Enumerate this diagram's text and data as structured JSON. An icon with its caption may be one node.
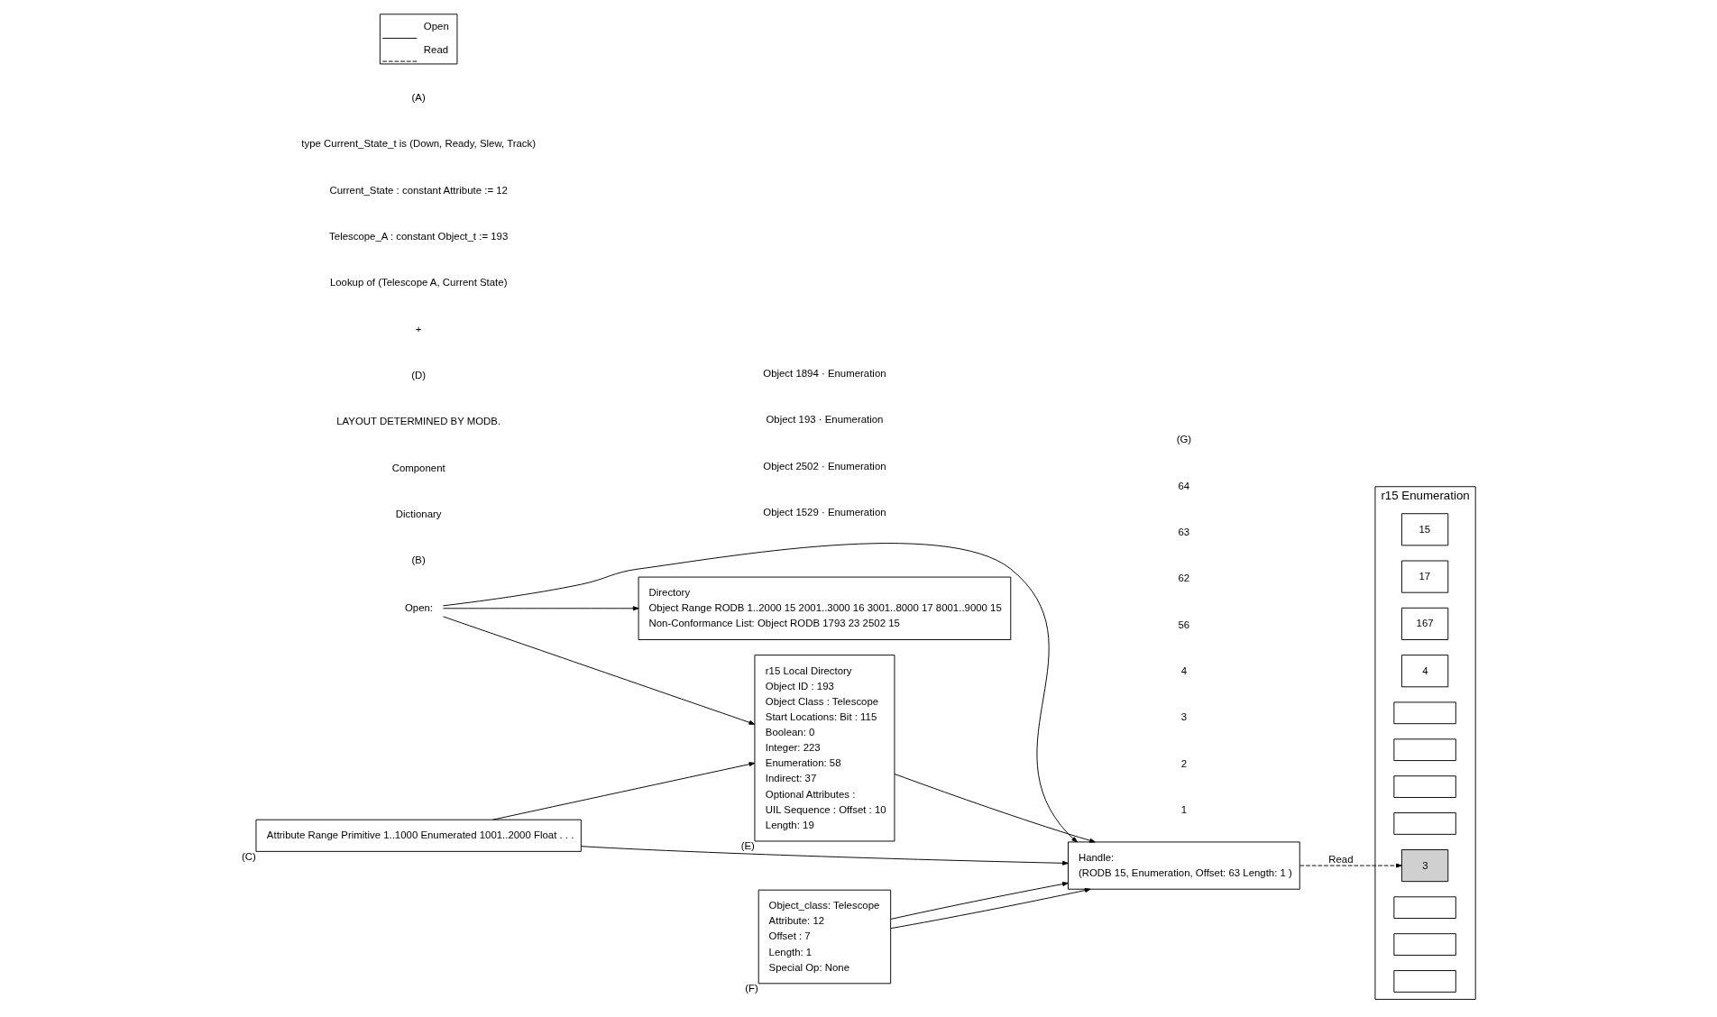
{
  "diagram": {
    "nodes": [
      {
        "text": [
          "Open:"
        ]
      },
      {
        "text": [
          "Directory",
          "Object Range RODB 1..2000 15 2001..3000 16 3001..8000 17 8001..9000 15",
          "Non-Conformance List: Object RODB 1793 23 2502 15"
        ]
      },
      {
        "text": [
          "r15 Local Directory",
          "Object ID : 193",
          "Object Class : Telescope",
          "Start Locations: Bit : 115",
          "Boolean: 0",
          "Integer: 223",
          "Enumeration: 58",
          "Indirect: 37",
          "Optional Attributes :",
          "UIL Sequence : Offset : 10",
          "Length: 19"
        ],
        "beside": [
          "(E)"
        ]
      },
      {
        "text": [
          "Attribute Range Primitive 1..1000 Enumerated 1001..2000 Float . . ."
        ],
        "beside": [
          "(C)"
        ]
      },
      {
        "text": [
          "Object_class: Telescope",
          "Attribute: 12",
          "Offset : 7",
          "Length: 1",
          "Special Op: None"
        ],
        "beside": [
          "(F)"
        ]
      },
      {
        "text": [
          "Handle:",
          "(RODB 15, Enumeration, Offset: 63 Length: 1 )"
        ]
      },
      {
        "text": [
          "r15 Enumeration"
        ]
      },
      {
        "text": [
          "15"
        ],
        "in": 6
      },
      {
        "text": [
          "17"
        ],
        "in": 6
      },
      {
        "text": [
          "167"
        ],
        "in": 6
      },
      {
        "text": [
          "4"
        ],
        "in": 6
      },
      {
        "text": [],
        "shape": "box",
        "in": 6
      },
      {
        "text": [],
        "shape": "box",
        "in": 6
      },
      {
        "text": [],
        "shape": "box",
        "in": 6
      },
      {
        "text": [],
        "shape": "box",
        "in": 6
      },
      {
        "text": [
          "3"
        ],
        "in": 6
      },
      {
        "text": [],
        "shape": "box",
        "in": 6
      },
      {
        "text": [],
        "shape": "box",
        "in": 6
      },
      {
        "text": [],
        "shape": "box",
        "in": 6
      }
    ],
    "edges": [
      {
        "from": 0,
        "to": 1,
        "arrow": "to"
      },
      {
        "from": 0,
        "to": 2,
        "arrow": "to"
      },
      {
        "from": 0,
        "to": 5,
        "arrow": "to"
      },
      {
        "from": 3,
        "to": 5,
        "arrow": "to"
      },
      {
        "from": 3,
        "to": 2,
        "arrow": "to"
      },
      {
        "from": 2,
        "to": 5,
        "arrow": "to"
      },
      {
        "from": 4,
        "to": 5,
        "arrow": "to"
      },
      {
        "from": 4,
        "to": 5,
        "arrow": "to"
      },
      {
        "from": 5,
        "to": 15,
        "arrow": "to",
        "label": "Read",
        "style": "dashed"
      }
    ],
    "labels": [
      "(B)",
      "Dictionary",
      "Component",
      "LAYOUT DETERMINED BY MODB.",
      "(D)",
      "+",
      "1",
      "2",
      "3",
      "4",
      "56",
      "62",
      "63",
      "64",
      "(G)",
      "Object 1529 · Enumeration",
      "Object 2502 · Enumeration",
      "Object 193 · Enumeration",
      "Object 1894 · Enumeration",
      "Lookup of (Telescope A, Current State)",
      "Telescope_A : constant Object_t := 193",
      "Current_State : constant Attribute := 12",
      "type Current_State_t is (Down, Ready, Slew, Track)",
      "(A)"
    ],
    "legend": [
      {
        "text": "Open"
      },
      {
        "text": "Read"
      }
    ]
  }
}
